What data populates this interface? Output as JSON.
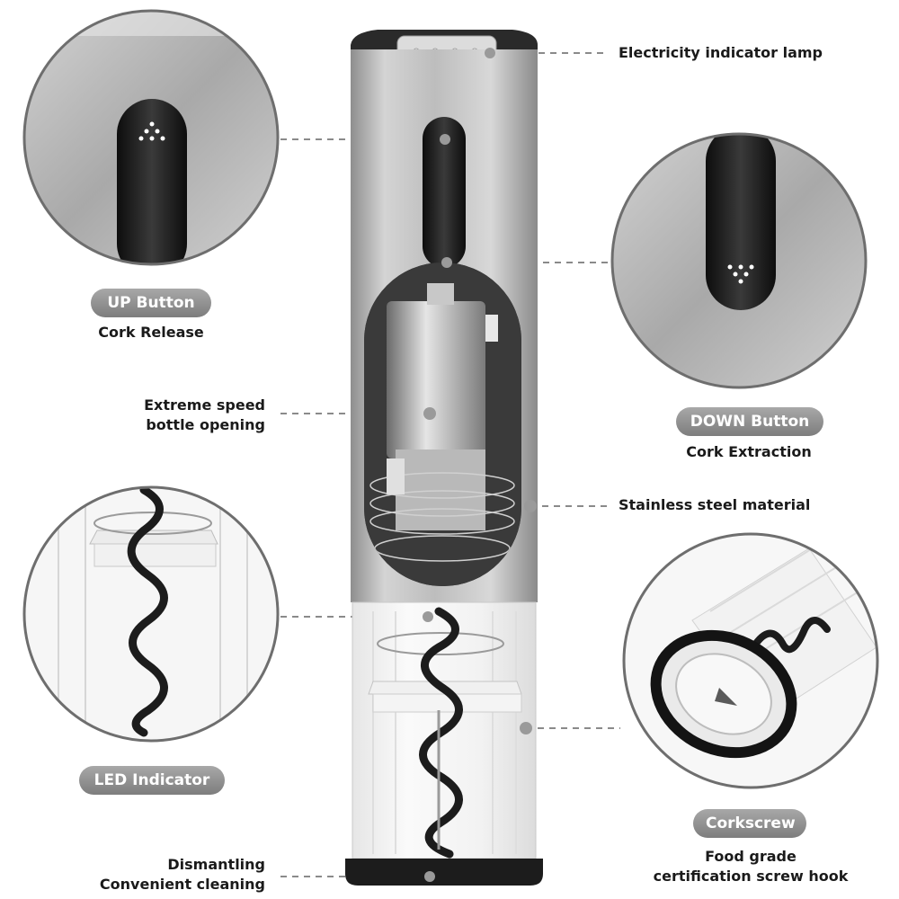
{
  "callouts": {
    "electricity_indicator": "Electricity indicator lamp",
    "up_button": {
      "badge": "UP Button",
      "caption": "Cork Release"
    },
    "down_button": {
      "badge": "DOWN Button",
      "caption": "Cork Extraction"
    },
    "extreme_speed": {
      "line1": "Extreme speed",
      "line2": "bottle opening"
    },
    "stainless_steel": "Stainless steel material",
    "led_indicator": {
      "badge": "LED Indicator"
    },
    "corkscrew": {
      "badge": "Corkscrew",
      "line1": "Food grade",
      "line2": "certification screw hook"
    },
    "dismantling": {
      "line1": "Dismantling",
      "line2": "Convenient cleaning"
    }
  },
  "colors": {
    "steel_light": "#d9d9d9",
    "steel_dark": "#8f8f8f",
    "button_black": "#1b1b1b",
    "badge_gray": "#8c8c8c",
    "dash_line": "#8a8a8a"
  }
}
